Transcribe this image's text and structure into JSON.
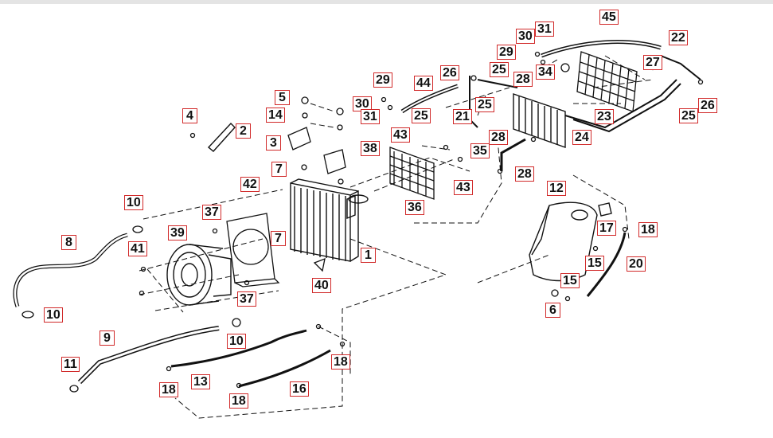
{
  "diagram": {
    "colors": {
      "line": "#111111",
      "callout_border": "#d12a2a",
      "callout_text": "#111111",
      "background": "#ffffff"
    },
    "callouts": {
      "c1": "1",
      "c2": "2",
      "c3": "3",
      "c4": "4",
      "c5": "5",
      "c6": "6",
      "c7a": "7",
      "c7b": "7",
      "c8": "8",
      "c9": "9",
      "c10a": "10",
      "c10b": "10",
      "c10c": "10",
      "c11": "11",
      "c12": "12",
      "c13": "13",
      "c14": "14",
      "c15a": "15",
      "c15b": "15",
      "c16": "16",
      "c17": "17",
      "c18a": "18",
      "c18b": "18",
      "c18c": "18",
      "c18d": "18",
      "c20": "20",
      "c21": "21",
      "c22": "22",
      "c23": "23",
      "c24": "24",
      "c25a": "25",
      "c25b": "25",
      "c25c": "25",
      "c25d": "25",
      "c26a": "26",
      "c26b": "26",
      "c27": "27",
      "c28a": "28",
      "c28b": "28",
      "c28c": "28",
      "c29a": "29",
      "c29b": "29",
      "c30a": "30",
      "c30b": "30",
      "c31a": "31",
      "c31b": "31",
      "c34": "34",
      "c35": "35",
      "c36": "36",
      "c37a": "37",
      "c37b": "37",
      "c38": "38",
      "c39": "39",
      "c40": "40",
      "c41": "41",
      "c42": "42",
      "c43a": "43",
      "c43b": "43",
      "c44": "44",
      "c45": "45"
    }
  }
}
